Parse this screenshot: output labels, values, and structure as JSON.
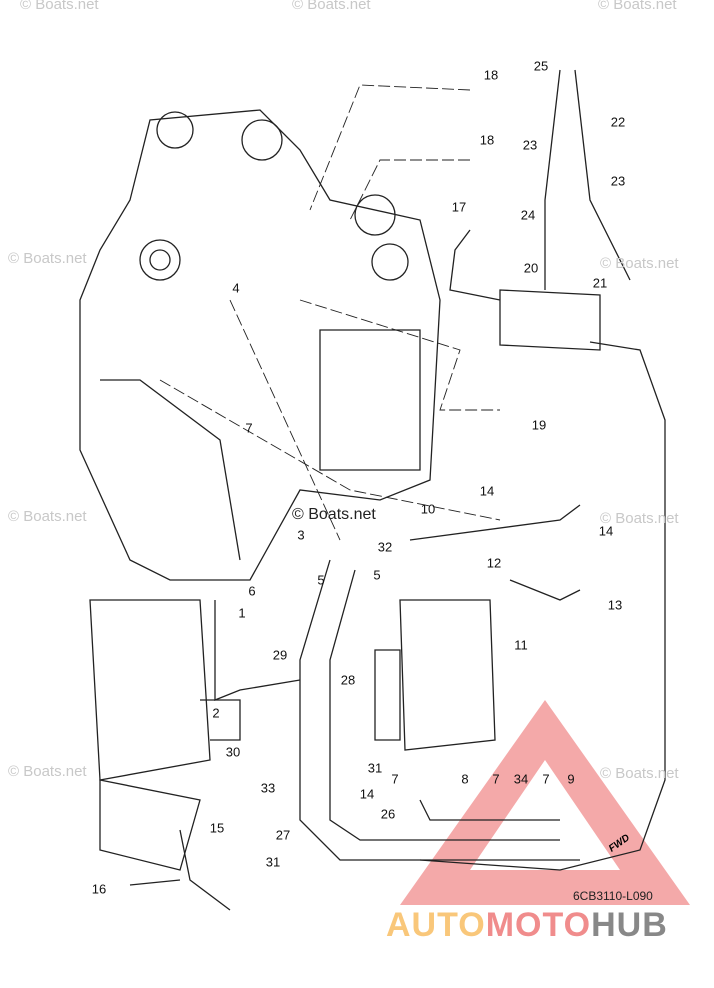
{
  "watermark": "© Boats.net",
  "diagram_code": "6CB3110-L090",
  "fwd_label": "FWD",
  "brand": {
    "part1": "AUTO",
    "part2": "MOTO",
    "part3": "HUB"
  },
  "colors": {
    "logo_triangle": "#f08c8c",
    "auto": "#f9c77a",
    "hub": "#888888"
  },
  "callouts": [
    "25",
    "18",
    "22",
    "18",
    "23",
    "23",
    "17",
    "24",
    "20",
    "21",
    "4",
    "19",
    "7",
    "14",
    "10",
    "14",
    "3",
    "32",
    "5",
    "5",
    "12",
    "6",
    "13",
    "1",
    "11",
    "29",
    "28",
    "2",
    "30",
    "31",
    "33",
    "7",
    "8",
    "7",
    "34",
    "7",
    "9",
    "14",
    "15",
    "26",
    "27",
    "31",
    "16"
  ]
}
